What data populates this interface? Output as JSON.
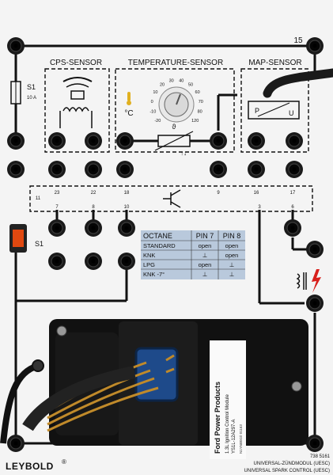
{
  "brand": "LEYBOLD",
  "brand_mark": "®",
  "catalog_number": "738 5161",
  "module_title_de": "UNIVERSAL-ZÜNDMODUL (UESC)",
  "module_title_en": "UNIVERSAL SPARK CONTROL (UESC)",
  "terminal_15": "15",
  "sections": {
    "cps": "CPS-SENSOR",
    "temp": "TEMPERATURE-SENSOR",
    "map": "MAP-SENSOR"
  },
  "fuse_top": {
    "name": "S1",
    "rating": "10 A"
  },
  "fuse_side": {
    "name": "S1"
  },
  "dial": {
    "unit": "°C",
    "ticks": [
      "-20",
      "-10",
      "0",
      "10",
      "20",
      "30",
      "40",
      "50",
      "60",
      "70",
      "80",
      "120"
    ]
  },
  "map_box": {
    "p": "P",
    "u": "U"
  },
  "ecu_pins_top": [
    "11",
    "23",
    "22",
    "18",
    "9",
    "16",
    "17"
  ],
  "ecu_pins_bottom": [
    "7",
    "8",
    "10",
    "3",
    "6"
  ],
  "octane_table": {
    "headers": [
      "OCTANE",
      "PIN 7",
      "PIN 8"
    ],
    "rows": [
      [
        "STANDARD",
        "open",
        "open"
      ],
      [
        "KNK",
        "⊥",
        "open"
      ],
      [
        "LPG",
        "open",
        "⊥"
      ],
      [
        "KNK -7°",
        "⊥",
        "⊥"
      ]
    ]
  },
  "module_label": {
    "maker": "Ford Power Products",
    "line1": "1.3L Ignition Control Module",
    "line2": "YS1L-12A297-A",
    "line3": "N1YNB0G/I 01163"
  },
  "colors": {
    "panel": "#f4f4f4",
    "table_bg": "#b9c9dc",
    "warning": "#d8201c",
    "fuse": "#e04810"
  }
}
